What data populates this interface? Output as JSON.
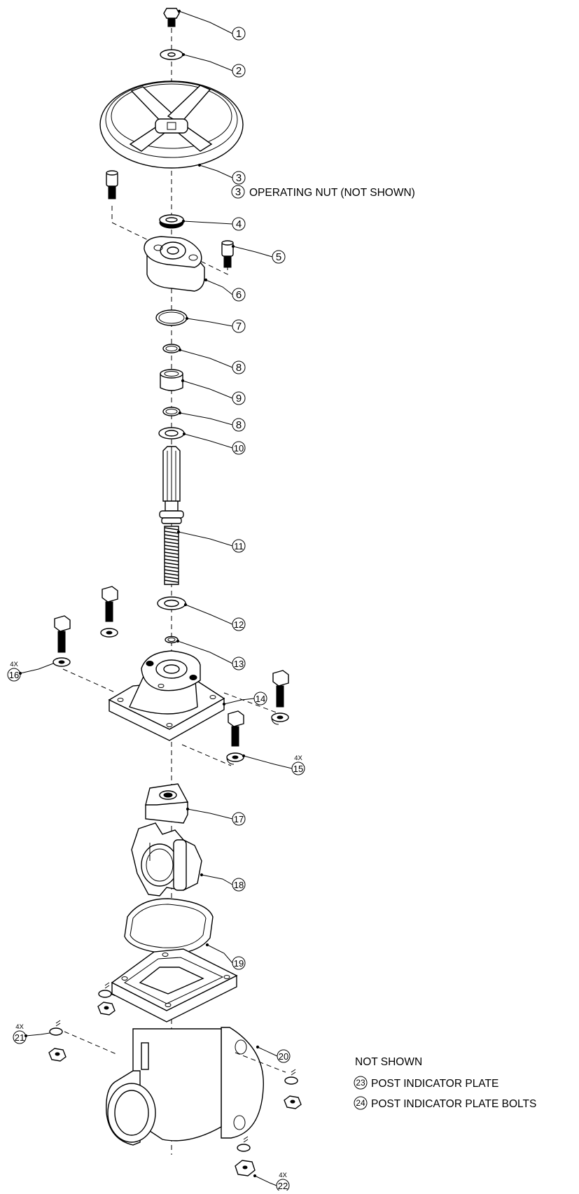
{
  "callouts": [
    {
      "num": "1",
      "qty": ""
    },
    {
      "num": "2",
      "qty": ""
    },
    {
      "num": "3",
      "qty": ""
    },
    {
      "num": "4",
      "qty": ""
    },
    {
      "num": "5",
      "qty": ""
    },
    {
      "num": "6",
      "qty": ""
    },
    {
      "num": "7",
      "qty": ""
    },
    {
      "num": "8",
      "qty": ""
    },
    {
      "num": "9",
      "qty": ""
    },
    {
      "num": "8",
      "qty": ""
    },
    {
      "num": "10",
      "qty": ""
    },
    {
      "num": "11",
      "qty": ""
    },
    {
      "num": "12",
      "qty": ""
    },
    {
      "num": "13",
      "qty": ""
    },
    {
      "num": "14",
      "qty": ""
    },
    {
      "num": "15",
      "qty": "4X"
    },
    {
      "num": "16",
      "qty": "4X"
    },
    {
      "num": "17",
      "qty": ""
    },
    {
      "num": "18",
      "qty": ""
    },
    {
      "num": "19",
      "qty": ""
    },
    {
      "num": "20",
      "qty": ""
    },
    {
      "num": "21",
      "qty": "4X"
    },
    {
      "num": "22",
      "qty": "4X"
    }
  ],
  "operating_nut_note": {
    "num": "3",
    "text": "OPERATING NUT (NOT SHOWN)"
  },
  "not_shown": {
    "heading": "NOT SHOWN",
    "items": [
      {
        "num": "23",
        "text": "POST INDICATOR PLATE"
      },
      {
        "num": "24",
        "text": "POST INDICATOR PLATE BOLTS"
      }
    ]
  }
}
